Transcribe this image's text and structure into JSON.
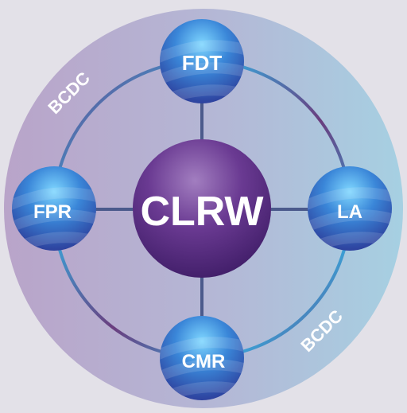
{
  "center": {
    "label": "CLRW"
  },
  "nodes": {
    "top": {
      "label": "FDT"
    },
    "left": {
      "label": "FPR"
    },
    "right": {
      "label": "LA"
    },
    "bottom": {
      "label": "CMR"
    }
  },
  "ring_labels": {
    "upper_left": "BCDC",
    "lower_right": "BCDC"
  },
  "colors": {
    "page_background": "#e3e1e8",
    "outer_disc_left": "#b6a6c8",
    "outer_disc_right": "#a8cde0",
    "ring_stroke_purple": "#6a3d7e",
    "ring_stroke_blue": "#3a9fd6",
    "center_sphere": "#5b2e84",
    "node_sphere": "#2f5fc0"
  }
}
